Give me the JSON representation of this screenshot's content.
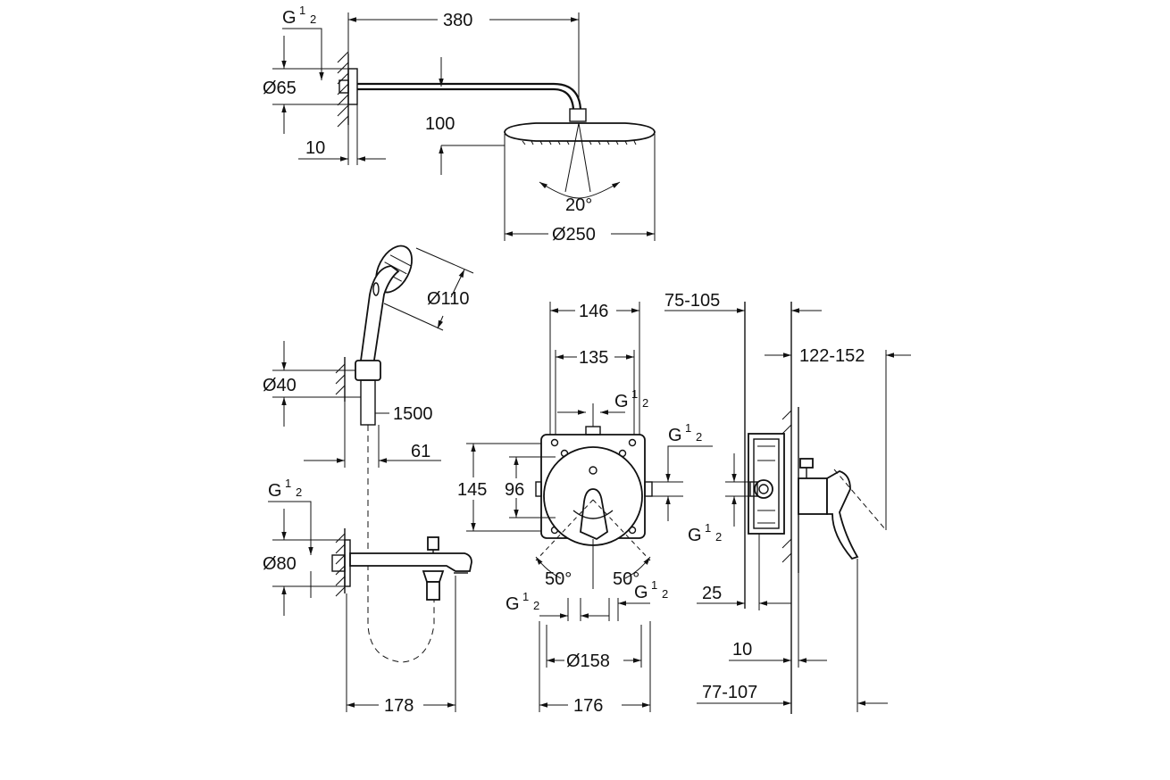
{
  "dimensions": {
    "overhead_arm_length": "380",
    "overhead_thread": "G",
    "thread_fraction_num": "1",
    "thread_fraction_den": "2",
    "overhead_flange_diameter": "Ø65",
    "overhead_flange_depth": "10",
    "overhead_drop": "100",
    "overhead_tilt_angle": "20°",
    "overhead_head_diameter": "Ø250",
    "hand_shower_diameter": "Ø110",
    "holder_diameter": "Ø40",
    "hose_length": "1500",
    "holder_projection": "61",
    "spout_thread": "G",
    "spout_flange_diameter": "Ø80",
    "spout_length": "178",
    "box_width_outer": "146",
    "box_width_inner": "135",
    "box_top_thread": "G",
    "box_side_thread": "G",
    "box_height_outer": "145",
    "box_height_inner": "96",
    "rotation_left": "50°",
    "rotation_right": "50°",
    "bottom_thread_left": "G",
    "bottom_thread_right": "G",
    "rosette_diameter": "Ø158",
    "rosette_width": "176",
    "wall_depth_range": "75-105",
    "projection_range": "122-152",
    "side_thread": "G",
    "side_depth_25": "25",
    "side_depth_10": "10",
    "side_depth_range": "77-107"
  }
}
